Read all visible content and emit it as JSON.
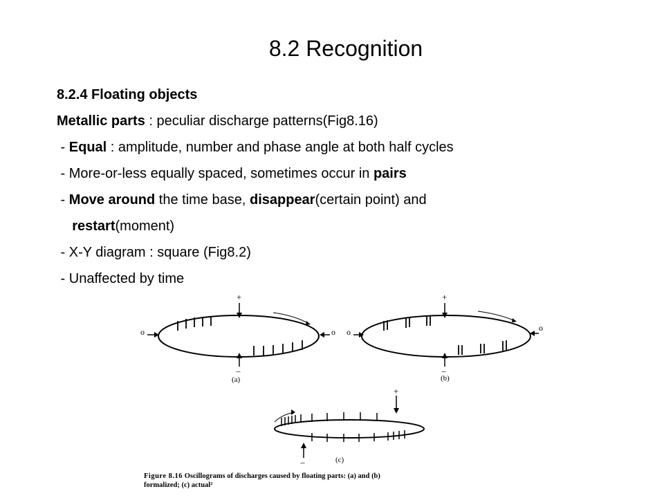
{
  "title": "8.2 Recognition",
  "subheading": "8.2.4 Floating objects",
  "metallic_line": {
    "bold": "Metallic parts",
    "rest": " : peculiar discharge patterns(Fig8.16)"
  },
  "bullets": {
    "b1": {
      "prefix": " - ",
      "bold": "Equal",
      "rest": " : amplitude, number and phase angle at both half cycles"
    },
    "b2": {
      "prefix": " - More-or-less equally spaced, sometimes occur in ",
      "bold": "pairs"
    },
    "b3": {
      "prefix": " - ",
      "bold1": "Move around",
      "mid": " the time base, ",
      "bold2": "disappear",
      "rest": "(certain point) and"
    },
    "b3_cont": {
      "indent": "    ",
      "bold": "restart",
      "rest": "(moment)"
    },
    "b4": " - X-Y diagram : square (Fig8.2)",
    "b5": " - Unaffected by time"
  },
  "figure": {
    "label_a": "(a)",
    "label_b": "(b)",
    "label_c": "(c)",
    "plus": "+",
    "minus": "−",
    "zero": "o",
    "caption_label": "Figure 8.16",
    "caption_text": "  Oscillograms of discharges caused by floating parts: (a) and (b)",
    "caption_line2": "formalized; (c) actual²"
  }
}
